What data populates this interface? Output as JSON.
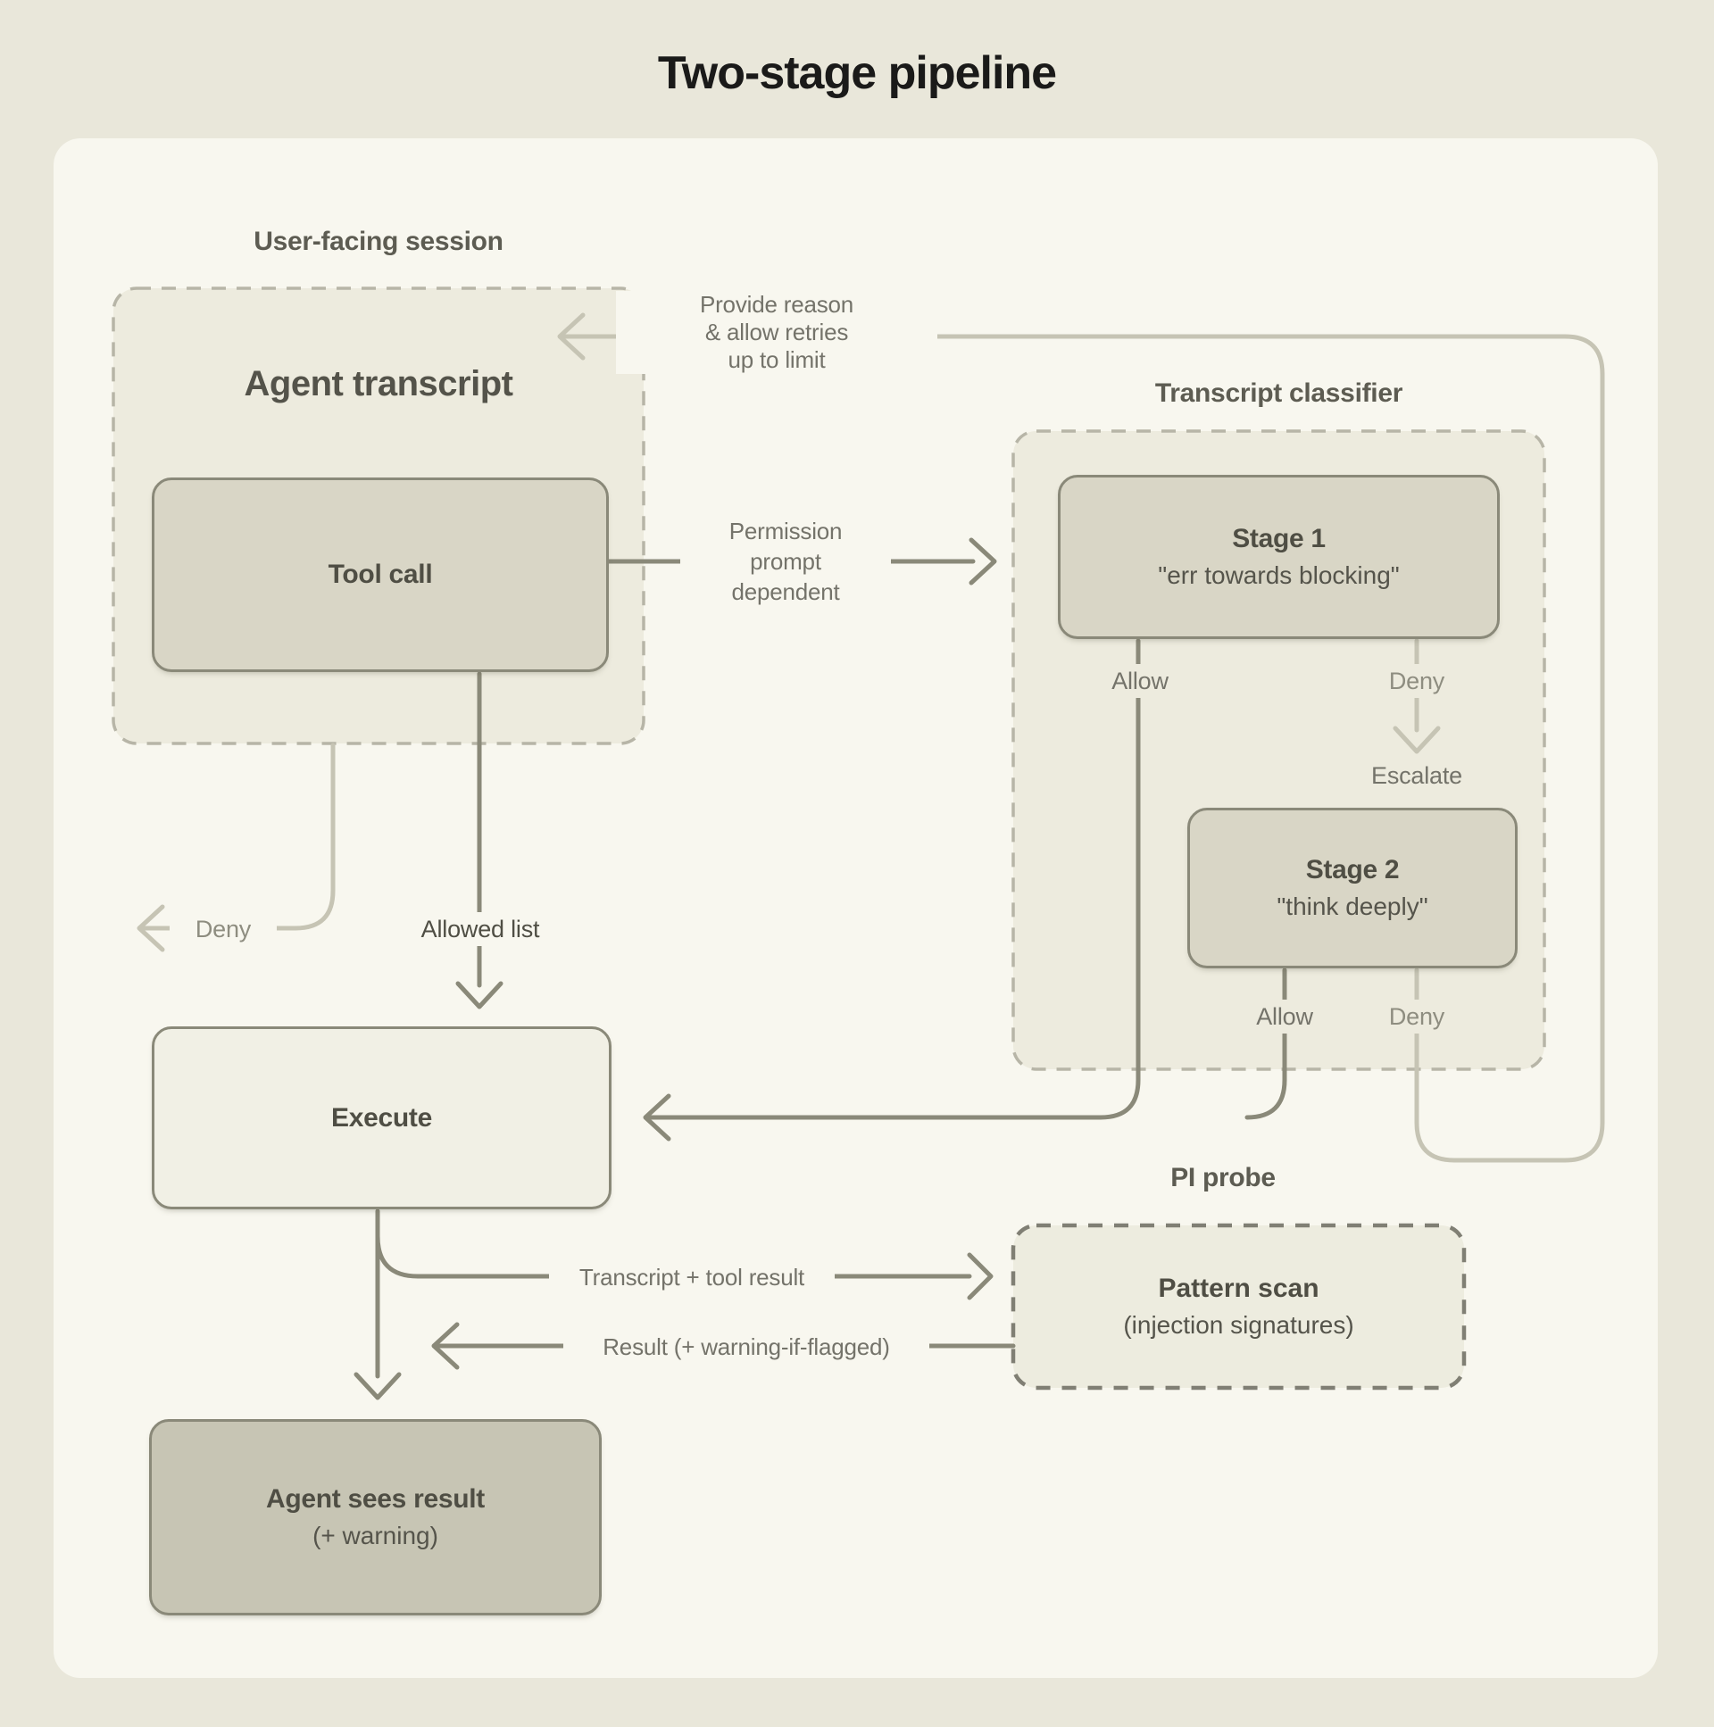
{
  "title": "Two-stage pipeline",
  "sections": {
    "session": {
      "label": "User-facing session",
      "heading": "Agent transcript",
      "tool_call": "Tool call"
    },
    "classifier": {
      "label": "Transcript classifier",
      "stage1_title": "Stage 1",
      "stage1_sub": "\"err towards blocking\"",
      "stage2_title": "Stage 2",
      "stage2_sub": "\"think deeply\""
    },
    "pi_probe": {
      "label": "PI probe",
      "box_title": "Pattern scan",
      "box_sub": "(injection signatures)"
    }
  },
  "nodes": {
    "execute": "Execute",
    "agent_sees_result": "Agent sees result",
    "agent_sees_result_sub": "(+ warning)"
  },
  "edges": {
    "provide_reason": [
      "Provide reason",
      "& allow retries",
      "up to limit"
    ],
    "permission": [
      "Permission",
      "prompt",
      "dependent"
    ],
    "stage1_allow": "Allow",
    "stage1_deny": "Deny",
    "escalate": "Escalate",
    "stage2_allow": "Allow",
    "stage2_deny": "Deny",
    "session_deny": "Deny",
    "allowed_list": "Allowed list",
    "to_probe": "Transcript + tool result",
    "from_probe": "Result (+ warning-if-flagged)"
  },
  "colors": {
    "page_bg": "#e9e7da",
    "panel_bg": "#f8f7ef",
    "box_soft_bg": "#edebde",
    "box_solid_bg": "#d9d6c6",
    "box_solid_border": "#8a8979",
    "execute_bg": "#f1f0e5",
    "result_bg": "#c7c5b4",
    "probe_bg": "#edecdf",
    "dash_soft": "#b7b5a7",
    "dash_strong": "#807f74",
    "line_dark": "#8a8979",
    "line_light": "#c6c4b4",
    "text_dark": "#4f4e44",
    "text_mid": "#5d5c52",
    "text_label": "#74736a",
    "text_light": "#8e8d80",
    "title_color": "#1a1a19"
  }
}
